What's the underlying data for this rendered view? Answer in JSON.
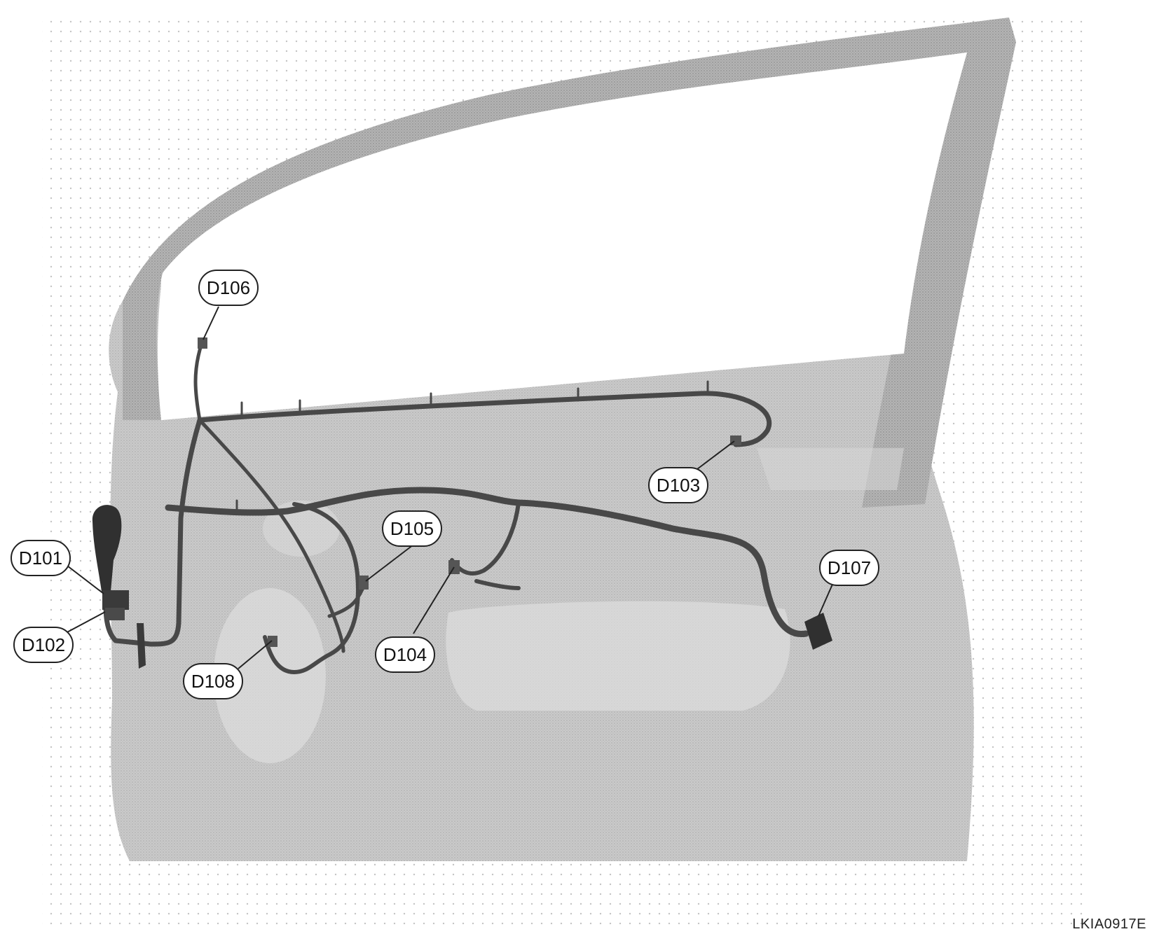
{
  "figure": {
    "id": "LKIA0917E"
  },
  "connectors": [
    {
      "key": "d101",
      "label": "D101"
    },
    {
      "key": "d102",
      "label": "D102"
    },
    {
      "key": "d103",
      "label": "D103"
    },
    {
      "key": "d104",
      "label": "D104"
    },
    {
      "key": "d105",
      "label": "D105"
    },
    {
      "key": "d106",
      "label": "D106"
    },
    {
      "key": "d107",
      "label": "D107"
    },
    {
      "key": "d108",
      "label": "D108"
    }
  ],
  "colors": {
    "door_panel": "#c9c9c9",
    "door_frame": "#bdbdbd",
    "harness": "#4a4a4a",
    "window": "#ffffff",
    "pattern_dot": "#bfbfbf"
  }
}
